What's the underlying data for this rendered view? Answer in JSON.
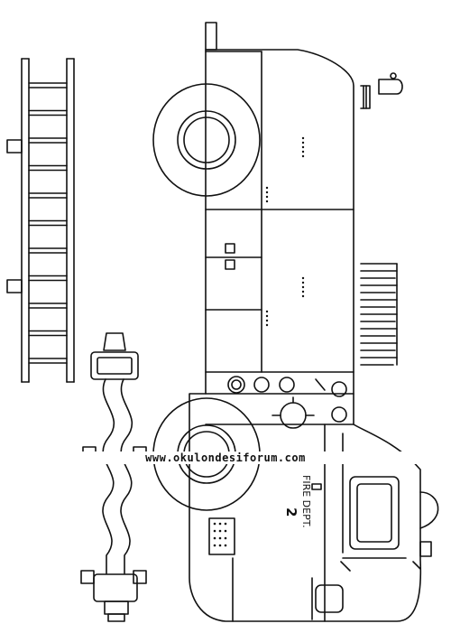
{
  "watermark": {
    "text": "www.okulondesiforum.com"
  },
  "truck": {
    "door_label": "FIRE DEPT.",
    "door_number": "2"
  },
  "colors": {
    "ink": "#111111",
    "paper": "#ffffff"
  },
  "icons": [
    "ladder-icon",
    "fire-hose-icon",
    "fire-truck-icon",
    "wheel-icon",
    "gauge-icon"
  ]
}
